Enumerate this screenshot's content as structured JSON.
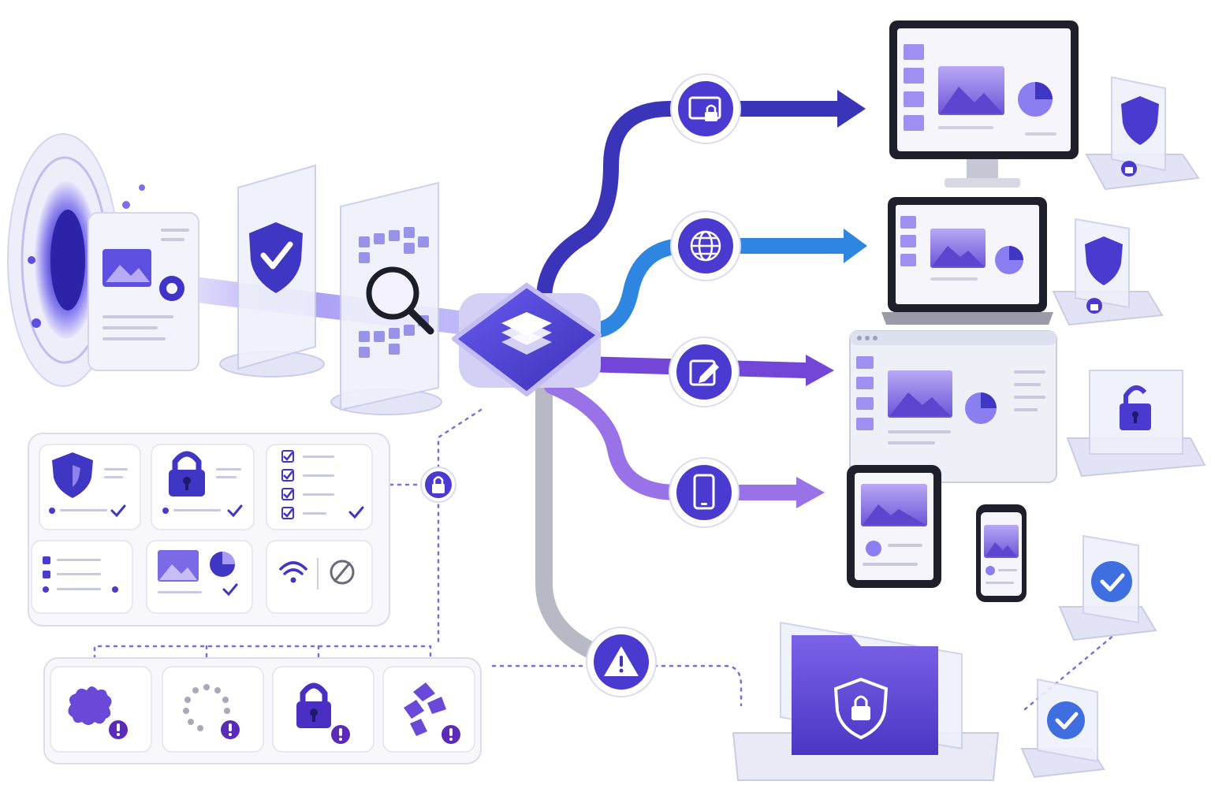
{
  "colors": {
    "indigo": "#3a35b8",
    "blue": "#2f86e0",
    "violet": "#7446d8",
    "lavender": "#9a72e8",
    "grey": "#b9b9c6",
    "accent": "#4b3ad0",
    "light": "#eef0fb"
  },
  "pipeline": {
    "stages": [
      {
        "icon": "document-icon"
      },
      {
        "icon": "shield-check-icon"
      },
      {
        "icon": "magnifier-icon"
      }
    ],
    "hub_icon": "layers-icon"
  },
  "routes": [
    {
      "icon": "monitor-lock-icon",
      "color": "#3a35b8",
      "target": "desktop-monitor"
    },
    {
      "icon": "globe-icon",
      "color": "#2f86e0",
      "target": "laptop"
    },
    {
      "icon": "edit-icon",
      "color": "#7446d8",
      "target": "browser-window"
    },
    {
      "icon": "phone-icon",
      "color": "#9a72e8",
      "target": "tablet-and-phone"
    },
    {
      "icon": "warning-icon",
      "color": "#b9b9c6",
      "target": "secure-folder"
    }
  ],
  "policy_grid": {
    "tiles": [
      {
        "icon": "shield-icon",
        "status": "check-icon"
      },
      {
        "icon": "padlock-icon",
        "status": "check-icon"
      },
      {
        "icon": "checklist-icon",
        "status": "check-icon"
      },
      {
        "icon": "list-icon",
        "status": "none"
      },
      {
        "icon": "image-chart-icon",
        "status": "check-icon"
      },
      {
        "icon": "wifi-offline-icon",
        "status": "none"
      }
    ]
  },
  "alert_row": {
    "tiles": [
      {
        "icon": "puzzle-icon",
        "status": "alert-icon"
      },
      {
        "icon": "loading-icon",
        "status": "alert-icon"
      },
      {
        "icon": "padlock-icon",
        "status": "alert-icon"
      },
      {
        "icon": "fragments-icon",
        "status": "alert-icon"
      }
    ]
  },
  "badges": [
    {
      "icon": "shield-lock-icon"
    },
    {
      "icon": "shield-lock-icon"
    },
    {
      "icon": "padlock-cube-icon"
    },
    {
      "icon": "checkmark-icon"
    },
    {
      "icon": "checkmark-icon"
    }
  ]
}
